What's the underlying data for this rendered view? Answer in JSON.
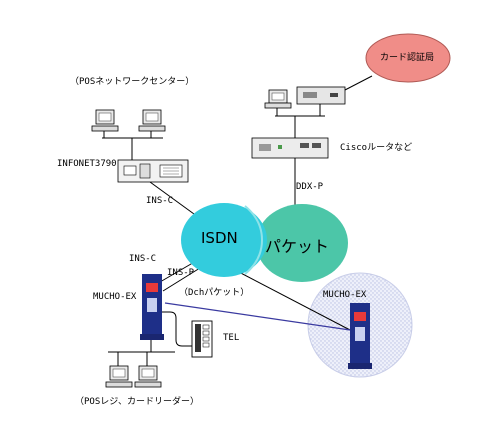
{
  "labels": {
    "pos_center": "（POSネットワークセンター）",
    "infonet": "INFONET3790",
    "ins_c_top": "INS-C",
    "ins_c_left": "INS-C",
    "ins_p": "INS-P",
    "mucho_left": "MUCHO-EX",
    "mucho_right": "MUCHO-EX",
    "dch": "（Dchパケット）",
    "tel": "TEL",
    "pos_register": "（POSレジ、カードリーダー）",
    "cisco": "Ciscoルータなど",
    "ddx": "DDX-P",
    "card_auth": "カード認証局",
    "isdn": "ISDN",
    "packet": "パケット"
  },
  "colors": {
    "isdn_fill": "#33ccdd",
    "packet_fill": "#4cc6a8",
    "card_auth_fill": "#f08d88",
    "mucho_blue": "#1e2f88",
    "dch_line": "#3a3aa0",
    "right_zone_fill": "#e3e7f6"
  }
}
